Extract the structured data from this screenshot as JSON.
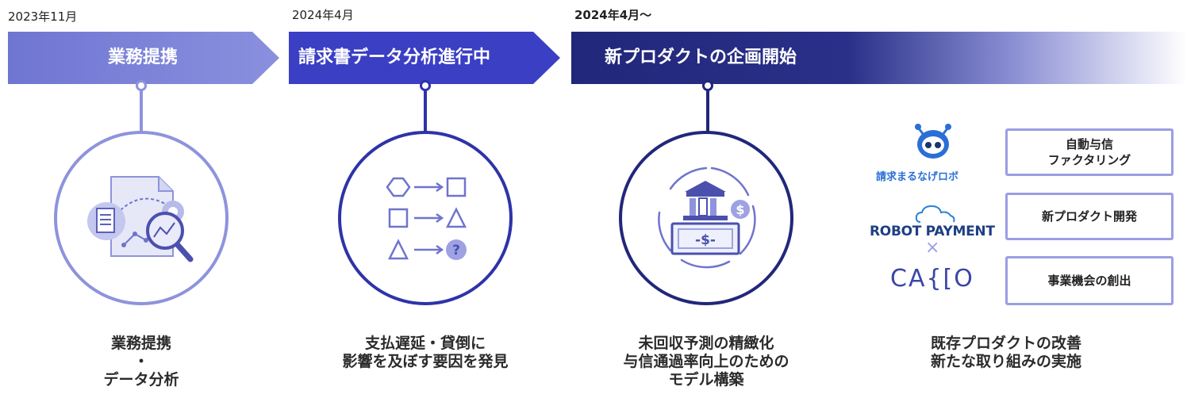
{
  "dates": {
    "d1": "2023年11月",
    "d2": "2024年4月",
    "d3": "2024年4月〜"
  },
  "banners": {
    "b1": "業務提携",
    "b2": "請求書データ分析進行中",
    "b3": "新プロダクトの企画開始"
  },
  "captions": {
    "c1": [
      "業務提携",
      "・",
      "データ分析"
    ],
    "c2": [
      "支払遅延・貸倒に",
      "影響を及ぼす要因を発見"
    ],
    "c3": [
      "未回収予測の精緻化",
      "与信通過率向上のための",
      "モデル構築"
    ],
    "c4": [
      "既存プロダクトの改善",
      "新たな取り組みの実施"
    ]
  },
  "logos": {
    "seikyu": "請求まるなげロボ",
    "robot_payment": "ROBOT PAYMENT",
    "cross": "×",
    "caico": "CΑ{[O"
  },
  "boxes": {
    "box1": [
      "自動与信",
      "ファクタリング"
    ],
    "box2": "新プロダクト開発",
    "box3": "事業機会の創出"
  },
  "colors": {
    "stage1": "#7d83d8",
    "stage2": "#3a3fc4",
    "stage3": "#21277a",
    "box_border": "#9a9ee4"
  }
}
